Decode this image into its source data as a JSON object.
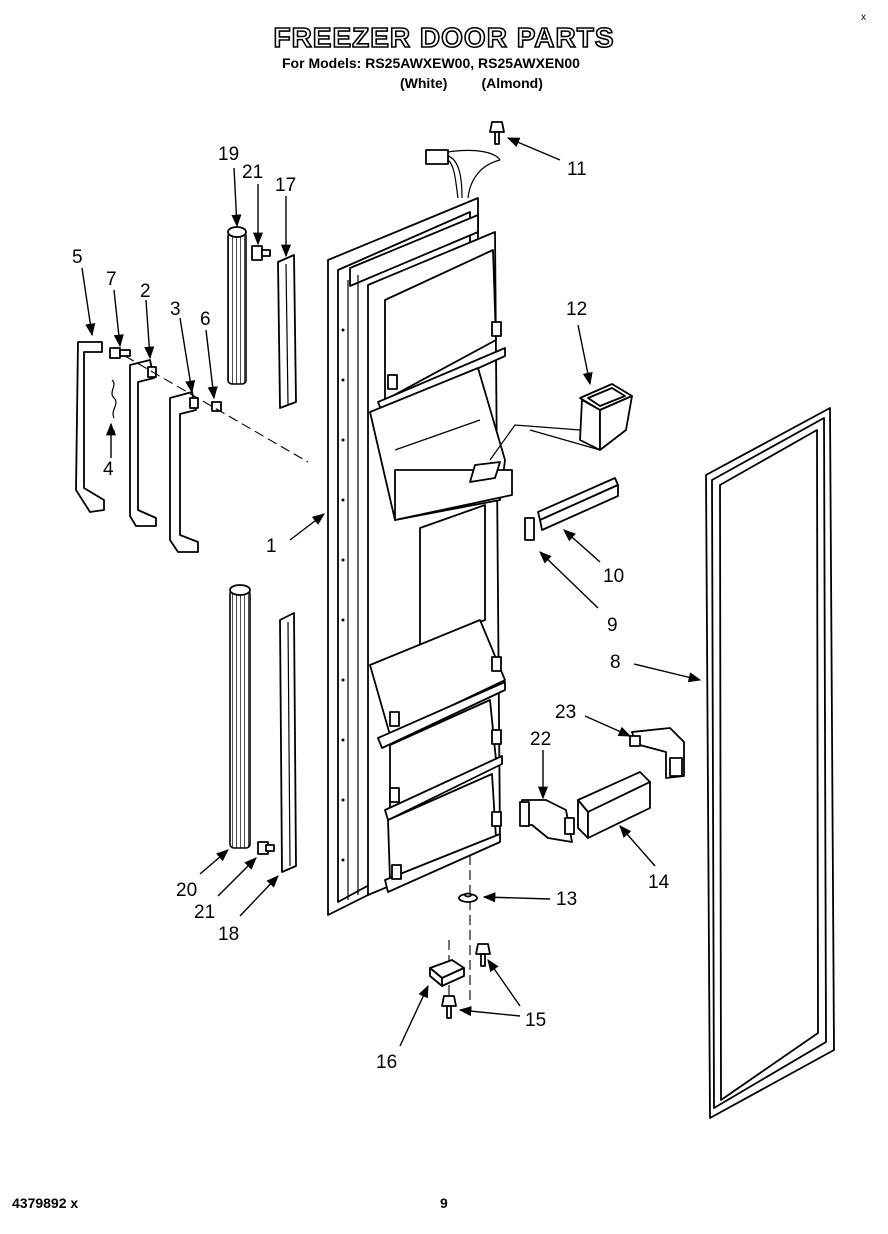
{
  "header": {
    "title": "FREEZER DOOR PARTS",
    "subtitle": "For Models: RS25AWXEW00, RS25AWXEN00",
    "color_white": "(White)",
    "color_almond": "(Almond)",
    "corner_mark": "x"
  },
  "footer": {
    "document_code": "4379892 x",
    "page_number": "9"
  },
  "callouts": {
    "c1": "1",
    "c2": "2",
    "c3": "3",
    "c4": "4",
    "c5": "5",
    "c6": "6",
    "c7": "7",
    "c8": "8",
    "c9": "9",
    "c10": "10",
    "c11": "11",
    "c12": "12",
    "c13": "13",
    "c14": "14",
    "c15a": "15",
    "c16": "16",
    "c17": "17",
    "c18": "18",
    "c19": "19",
    "c20": "20",
    "c21a": "21",
    "c21b": "21",
    "c22": "22",
    "c23": "23"
  }
}
